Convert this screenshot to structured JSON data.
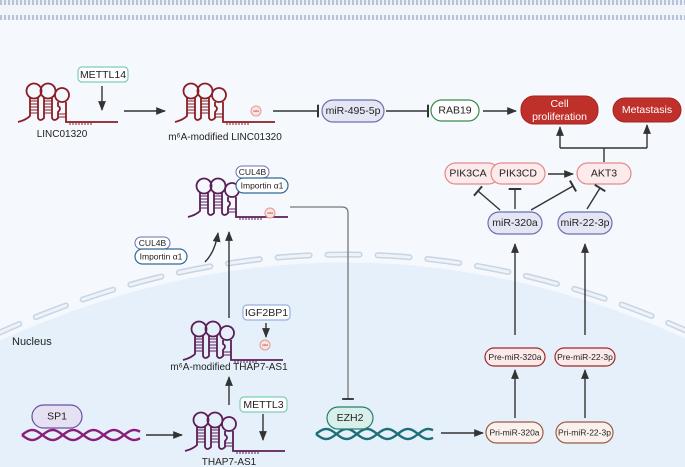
{
  "membrane_label": "",
  "nucleus_label": "Nucleus",
  "m6a_mark": "m6A",
  "nodes": {
    "linc01320": "LINC01320",
    "mettl14": "METTL14",
    "m6a_linc01320": "m⁶A-modified LINC01320",
    "mir495": "miR-495-5p",
    "rab19": "RAB19",
    "cell_proliferation_1": "Cell",
    "cell_proliferation_2": "proliferation",
    "metastasis": "Metastasis",
    "pik3ca": "PIK3CA",
    "pik3cd": "PIK3CD",
    "akt3": "AKT3",
    "mir320a": "miR-320a",
    "mir22": "miR-22-3p",
    "pre_mir320a": "Pre-miR-320a",
    "pre_mir22": "Pre-miR-22-3p",
    "pri_mir320a": "Pri-miR-320a",
    "pri_mir22": "Pri-miR-22-3p",
    "ezh2": "EZH2",
    "cul4b": "CUL4B",
    "importin": "Importin α1",
    "igf2bp1": "IGF2BP1",
    "m6a_thap7": "m⁶A-modified THAP7-AS1",
    "sp1": "SP1",
    "mettl3": "METTL3",
    "thap7": "THAP7-AS1"
  },
  "colors": {
    "background": "#f5f8fd",
    "nucleus": "#e6f0fa",
    "lnc_red": "#8b1e24",
    "lnc_purple": "#5b1f57",
    "outcome_red": "#c0302b",
    "dna_purple": "#8a1f7a",
    "dna_teal": "#1e6f78"
  }
}
